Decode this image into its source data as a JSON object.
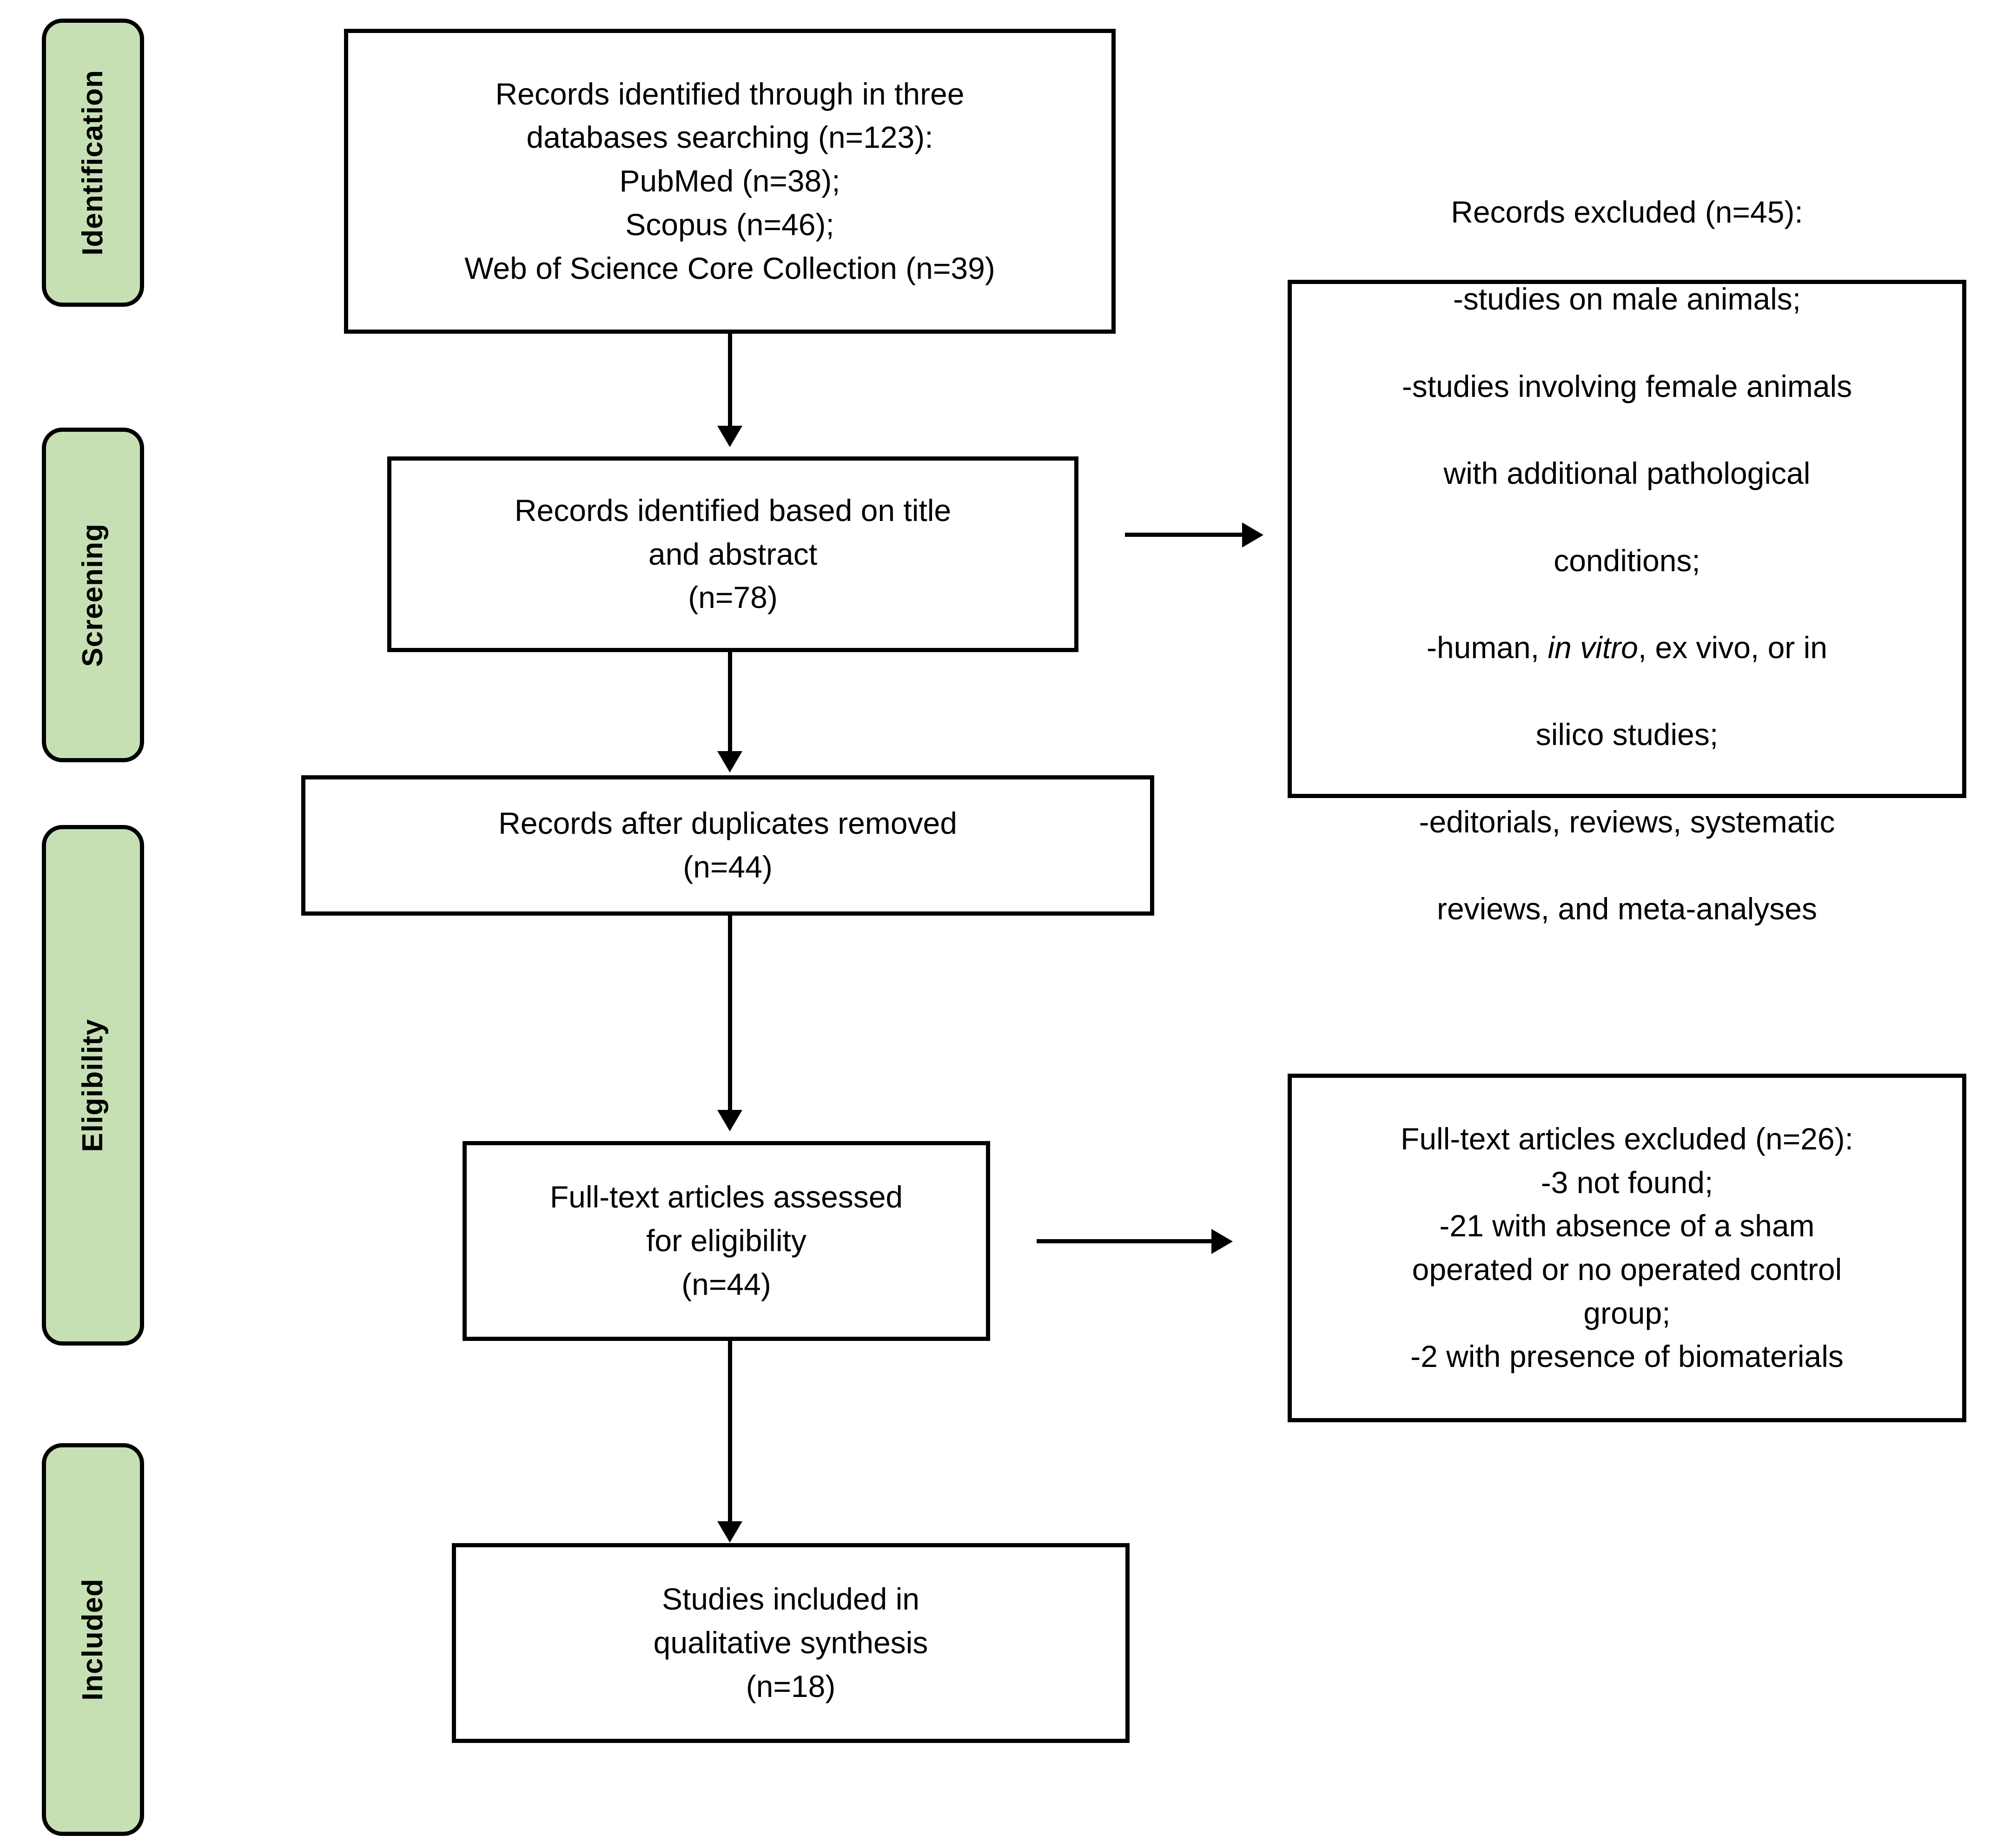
{
  "diagram": {
    "type": "prisma-flow-diagram",
    "accent_color": "#c6e0b4",
    "line_color": "#000000",
    "background": "#ffffff"
  },
  "stages": [
    {
      "label": "Identification"
    },
    {
      "label": "Screening"
    },
    {
      "label": "Eligibility"
    },
    {
      "label": "Included"
    }
  ],
  "boxes": {
    "identified_records": {
      "text": "Records identified through in three\ndatabases searching (n=123):\nPubMed (n=38);\nScopus (n=46);\nWeb of Science Core Collection (n=39)"
    },
    "title_abstract": {
      "text": "Records identified based on title\nand abstract\n(n=78)"
    },
    "duplicates_removed": {
      "text": "Records after duplicates removed\n(n=44)"
    },
    "fulltext_assessed": {
      "text": "Full-text articles assessed\nfor eligibility\n(n=44)"
    },
    "studies_included": {
      "text": "Studies included in\nqualitative synthesis\n(n=18)"
    },
    "records_excluded": {
      "line1": "Records excluded (n=45):",
      "line2": "-studies on male animals;",
      "line3": "-studies involving female animals",
      "line4": "with additional pathological",
      "line5": "conditions;",
      "line6_pre": "-human, ",
      "line6_em": "in vitro",
      "line6_post": ", ex vivo, or in",
      "line7": "silico studies;",
      "line8": "-editorials, reviews, systematic",
      "line9": "reviews, and meta-analyses"
    },
    "fulltext_excluded": {
      "text": "Full-text articles excluded (n=26):\n-3 not found;\n-21 with absence of a sham\noperated or no operated control\ngroup;\n-2 with presence of biomaterials"
    }
  },
  "counts": {
    "total_identified": 123,
    "pubmed": 38,
    "scopus": 46,
    "web_of_science": 39,
    "title_abstract_screened": 78,
    "records_excluded": 45,
    "after_duplicates": 44,
    "fulltext_assessed": 44,
    "fulltext_excluded": 26,
    "fulltext_not_found": 3,
    "fulltext_no_control": 21,
    "fulltext_biomaterials": 2,
    "studies_included": 18
  }
}
